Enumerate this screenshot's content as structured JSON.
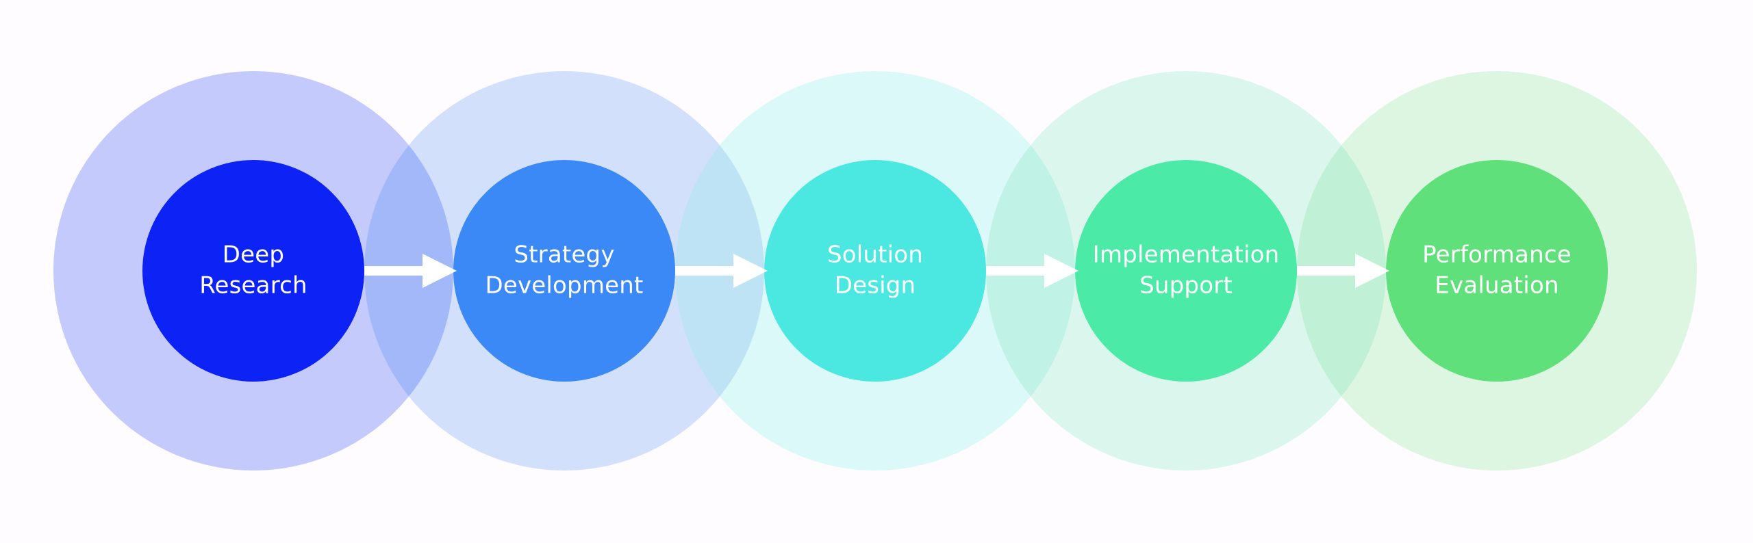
{
  "diagram": {
    "type": "process-flow",
    "direction": "left-to-right",
    "stages": [
      {
        "label_lines": [
          "Deep",
          "Research"
        ],
        "inner_color": "#0d22f5",
        "outer_color": "#c4cbfc"
      },
      {
        "label_lines": [
          "Strategy",
          "Development"
        ],
        "inner_color": "#3a89f7",
        "outer_color": "#d2e0fb"
      },
      {
        "label_lines": [
          "Solution",
          "Design"
        ],
        "inner_color": "#4ae8e0",
        "outer_color": "#dbf9f9"
      },
      {
        "label_lines": [
          "Implementation",
          "Support"
        ],
        "inner_color": "#4beaa6",
        "outer_color": "#dbf7ed"
      },
      {
        "label_lines": [
          "Performance",
          "Evaluation"
        ],
        "inner_color": "#5fe07a",
        "outer_color": "#dcf6e2"
      }
    ],
    "overlap_colors": [
      "#a3b8f8",
      "#bde3f5",
      "#c0f3e6",
      "#c0f1d6"
    ],
    "connectors": [
      {
        "from": 0,
        "to": 1,
        "icon": "arrow-right-icon"
      },
      {
        "from": 1,
        "to": 2,
        "icon": "arrow-right-icon"
      },
      {
        "from": 2,
        "to": 3,
        "icon": "arrow-right-icon"
      },
      {
        "from": 3,
        "to": 4,
        "icon": "arrow-right-icon"
      }
    ],
    "text_color": "#ffffff",
    "arrow_color": "#ffffff",
    "background_color": "#fefcfe"
  }
}
